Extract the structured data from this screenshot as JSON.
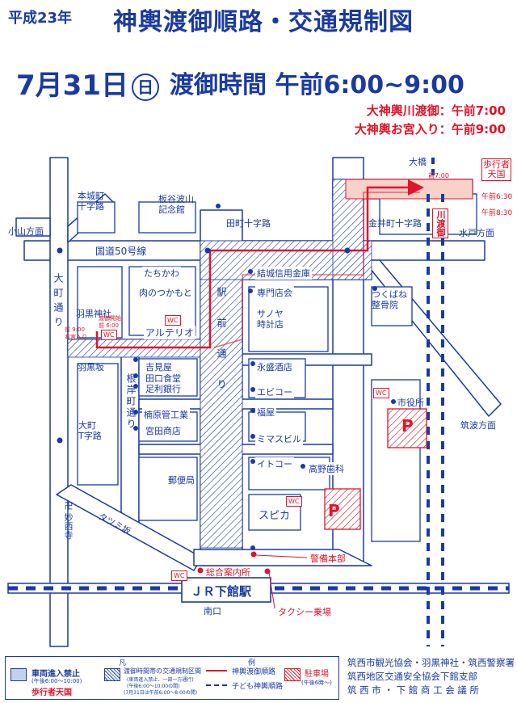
{
  "header": {
    "era": "平成23年",
    "title": "神輿渡御順路・交通規制図",
    "date_main": "7月31日",
    "date_day": "日",
    "time_line": "渡御時間 午前6:00~9:00",
    "river_event": "大神輿川渡御：午前7:00",
    "shrine_event": "大神輿お宮入り：午前9:00"
  },
  "map": {
    "directions": {
      "koyama": "小山方面",
      "mito": "水戸方面",
      "tsukuba": "筑波方面",
      "ohashi": "大橋"
    },
    "intersections": {
      "honjo": "本城町\n十字路",
      "tamachi": "田町十字路",
      "kanai": "金井町十字路",
      "omachi_t": "大町\nT字路"
    },
    "roads": {
      "route50": "国道50号線",
      "omachi_dori": "大町通り",
      "ekimae_dori": "駅前通り",
      "nezaki_dori": "根岸町通り",
      "habuguro_zaka": "羽黒坂",
      "tatsumi_zaka": "タツミ坂"
    },
    "landmarks": {
      "itaya": "板谷波山\n記念館",
      "habuguro_shrine": "羽黒神社",
      "myosai": "卍 妙西寺",
      "tsukuba_seikotsu": "つくばね\n整骨院",
      "city_hall": "市役所",
      "station": "ＪＲ下館駅",
      "south_exit": "南口",
      "keibi": "警備本部",
      "info": "総合案内所",
      "taxi": "タクシー乗場",
      "kawatogyo": "川渡御",
      "pedestrian_box": "歩行者\n天国",
      "ped_times_a": "午前6:30",
      "ped_times_b": "午前8:30",
      "river_time": "前7:00",
      "start_note": "渡御開始\n前 6:00",
      "end_note": "前 9:00\nお宮入り"
    },
    "shops": {
      "tachikawa": "たちかわ",
      "nikuno": "肉のつかもと",
      "arteo": "アルテリオ",
      "yuki_bank": "結城信用金庫",
      "senmon": "専門店会",
      "sanoya": "サノヤ\n時計店",
      "yoshimiya": "吉見屋",
      "taguchi": "田口食堂",
      "ashikaga": "足利銀行",
      "eisei": "永盛酒店",
      "ebiko": "エビコー",
      "kusuhara": "楠原管工業",
      "miyata": "宮田商店",
      "fukuya": "福屋",
      "mimasu": "ミマスビル",
      "itoko": "イトコー",
      "takano": "高野歯科",
      "post": "郵便局",
      "spica": "スピカ"
    },
    "wc": "WC",
    "parking": "P"
  },
  "legend": {
    "title_left": "凡",
    "title_right": "例",
    "no_entry": "車両進入禁止",
    "no_entry_time": "(午後6:00〜10:00)",
    "pedestrian": "歩行者天国",
    "regulation": "渡御時間帯の交通規制区間",
    "regulation_a": "(車両進入禁止、一部一方通行)",
    "regulation_b": "(午後6:00〜10:00の間)",
    "regulation_c": "(7月31日は午前6:00〜8:00の間)",
    "route_red": "神輿渡御順路",
    "route_blue": "子ども神輿順路",
    "parking": "駐車場",
    "parking_time": "(午後6時〜)"
  },
  "organizers": [
    "筑西市観光協会・羽黒神社・筑西警察署",
    "筑西地区交通安全協会下館支部",
    "筑 西 市 ・ 下 館 商 工 会 議 所"
  ],
  "colors": {
    "blue": "#1a3aa0",
    "road_fill": "#ffffff",
    "red": "#e0142a",
    "pink": "#f8d2c8"
  }
}
